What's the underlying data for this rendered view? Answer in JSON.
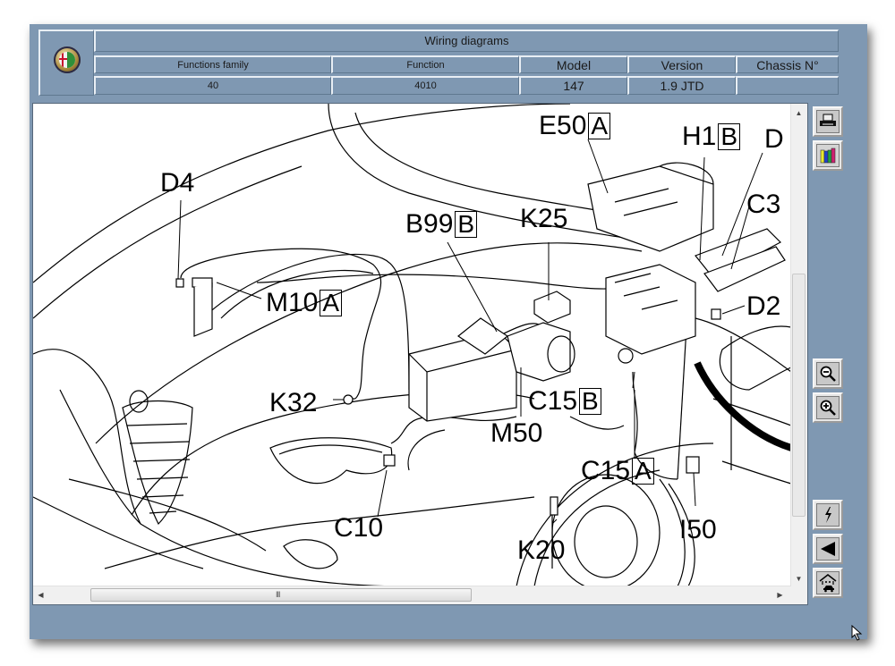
{
  "header": {
    "title": "Wiring diagrams",
    "logo": "alfa-romeo-badge",
    "columns": [
      {
        "label": "Functions family",
        "value": "40"
      },
      {
        "label": "Function",
        "value": "4010"
      },
      {
        "label": "Model",
        "value": "147"
      },
      {
        "label": "Version",
        "value": "1.9 JTD"
      },
      {
        "label": "Chassis N°",
        "value": ""
      }
    ]
  },
  "diagram": {
    "callouts": [
      {
        "code": "D4",
        "suffix": ""
      },
      {
        "code": "M10",
        "suffix": "A"
      },
      {
        "code": "K32",
        "suffix": ""
      },
      {
        "code": "C10",
        "suffix": ""
      },
      {
        "code": "B99",
        "suffix": "B"
      },
      {
        "code": "K25",
        "suffix": ""
      },
      {
        "code": "E50",
        "suffix": "A"
      },
      {
        "code": "H1",
        "suffix": "B"
      },
      {
        "code": "D",
        "suffix": ""
      },
      {
        "code": "C3",
        "suffix": ""
      },
      {
        "code": "D2",
        "suffix": ""
      },
      {
        "code": "C15",
        "suffix": "B"
      },
      {
        "code": "M50",
        "suffix": ""
      },
      {
        "code": "C15",
        "suffix": "A"
      },
      {
        "code": "K20",
        "suffix": ""
      },
      {
        "code": "I50",
        "suffix": ""
      }
    ]
  },
  "scrollbars": {
    "horizontal": {
      "grip": "III",
      "position_fraction": 0.0,
      "visible_fraction": 0.55
    },
    "vertical": {
      "position_fraction": 0.45,
      "visible_fraction": 0.55
    }
  },
  "toolbar": {
    "buttons": [
      {
        "name": "print",
        "icon": "printer-icon"
      },
      {
        "name": "library",
        "icon": "books-icon"
      },
      {
        "name": "zoom-out",
        "icon": "zoom-out-icon"
      },
      {
        "name": "zoom-in",
        "icon": "zoom-in-icon"
      },
      {
        "name": "electrical",
        "icon": "lightning-icon"
      },
      {
        "name": "back",
        "icon": "back-arrow-icon"
      },
      {
        "name": "home",
        "icon": "home-car-icon"
      }
    ]
  }
}
